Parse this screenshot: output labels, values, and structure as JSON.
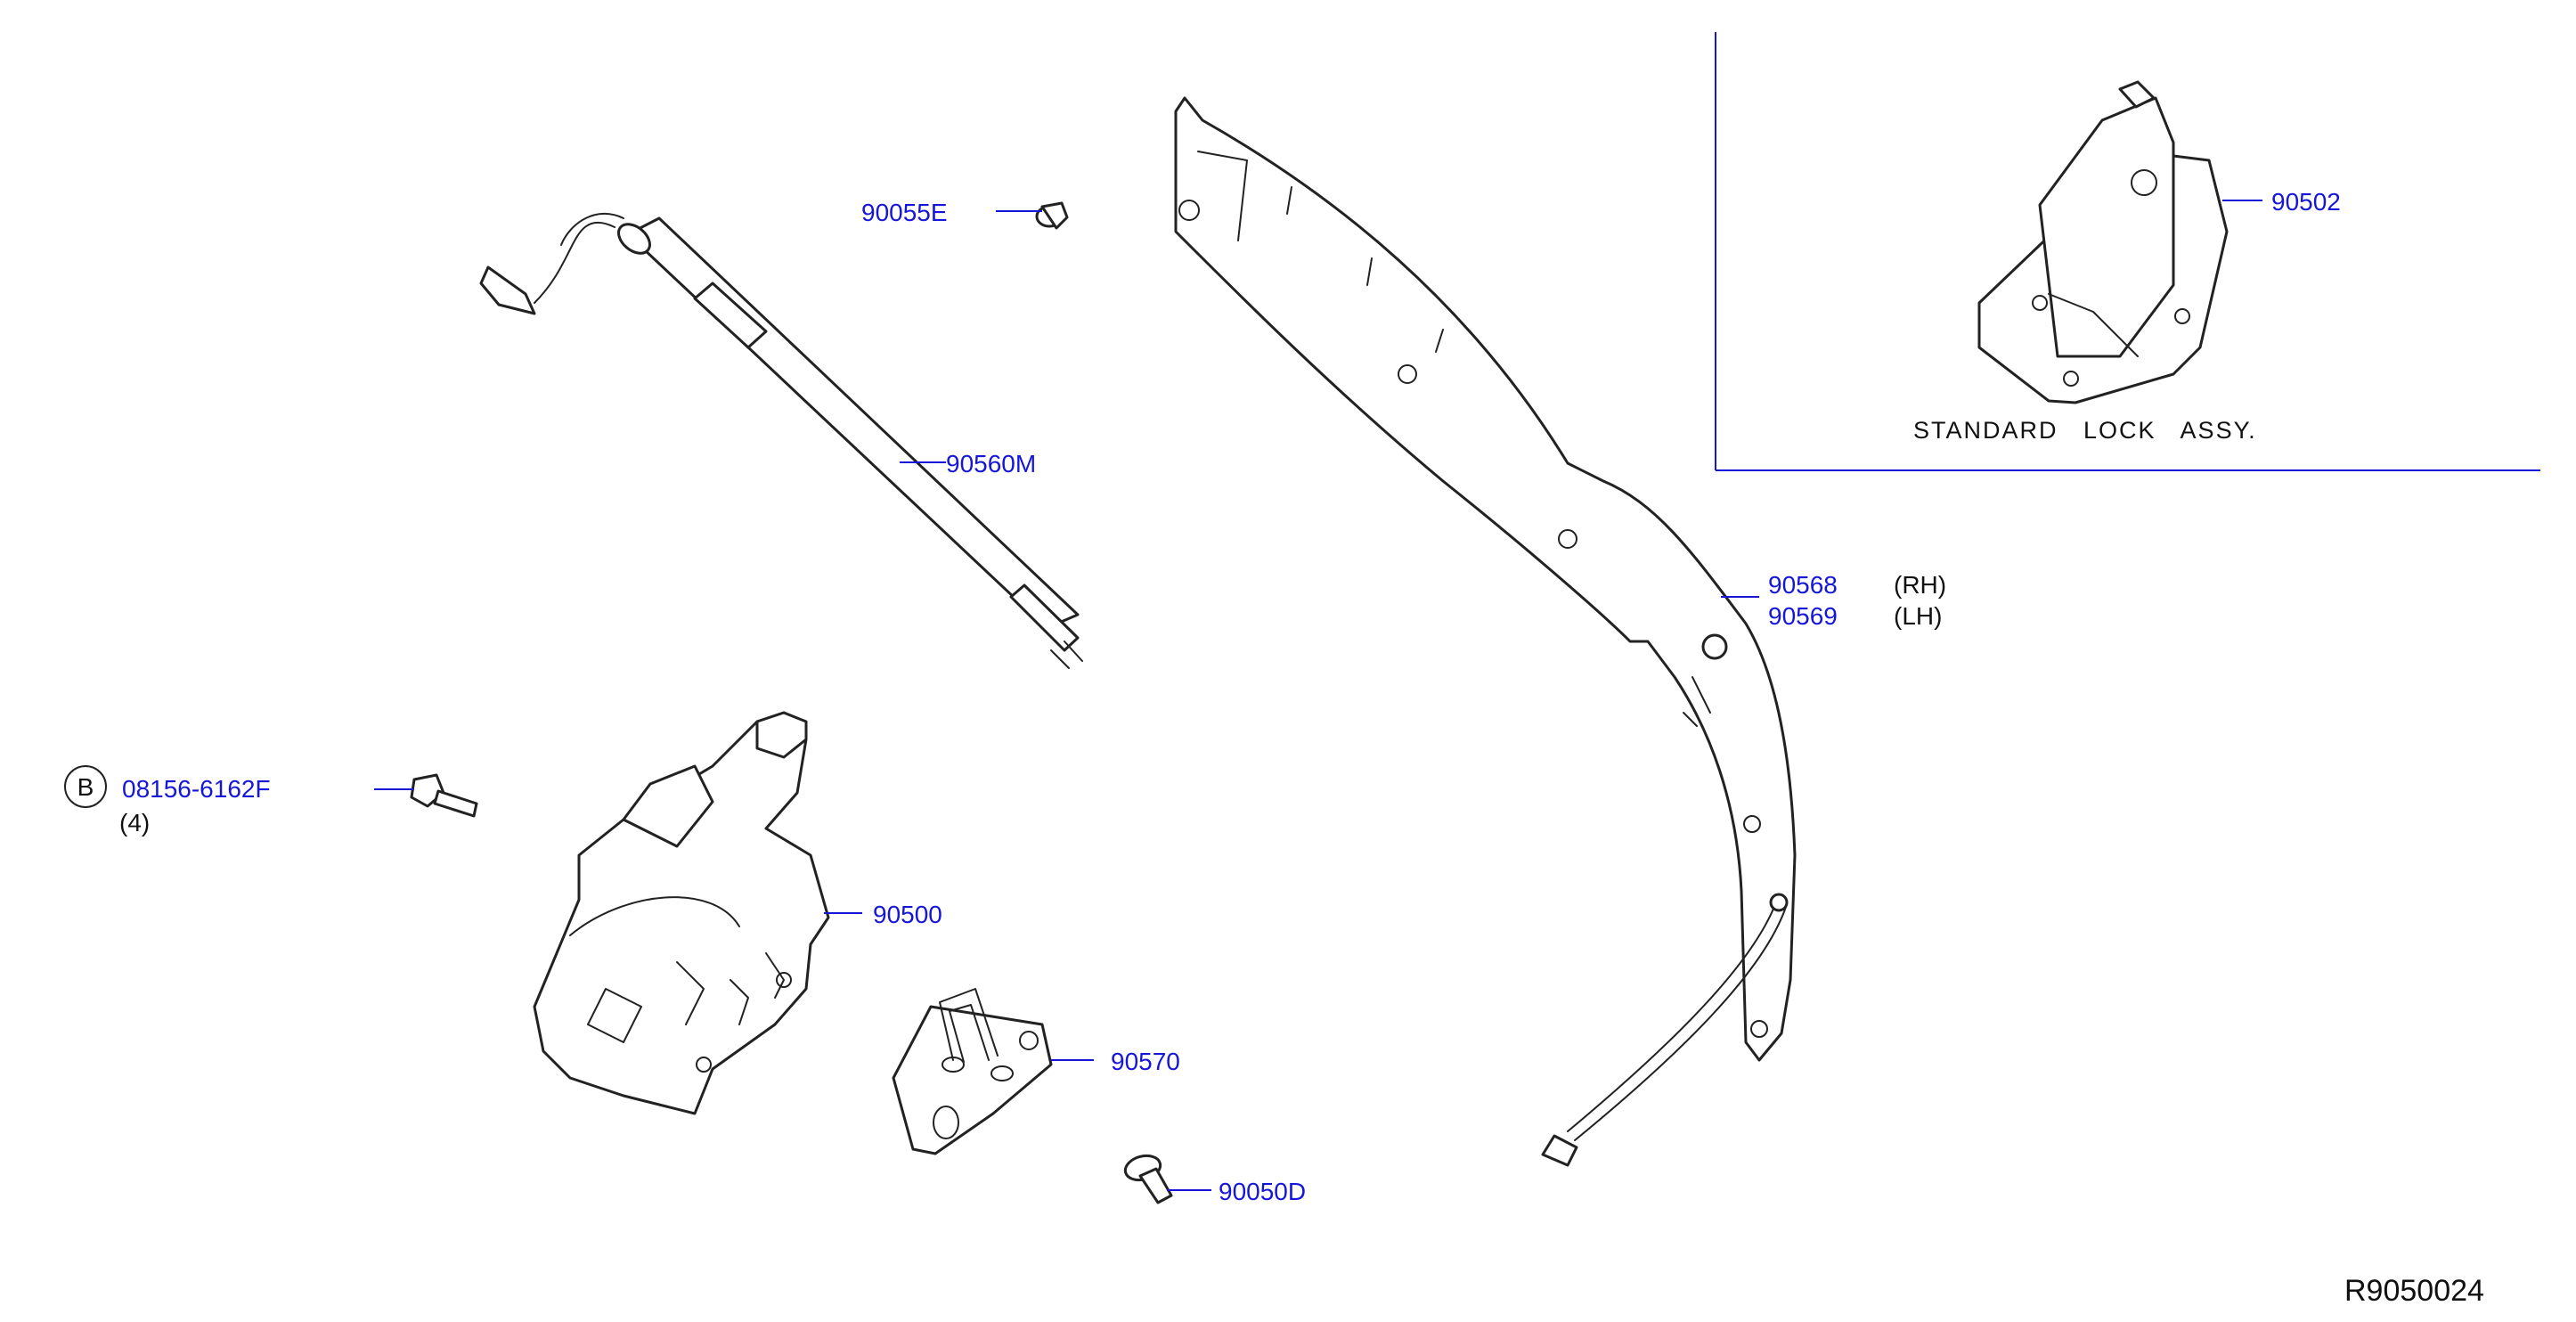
{
  "parts": {
    "p90055E": "90055E",
    "p90560M": "90560M",
    "p90568": "90568",
    "p90568_side": "(RH)",
    "p90569": "90569",
    "p90569_side": "(LH)",
    "p90502": "90502",
    "p08156": "08156-6162F",
    "p08156_qty": "(4)",
    "p08156_circle": "B",
    "p90500": "90500",
    "p90570": "90570",
    "p90050D": "90050D"
  },
  "inset": {
    "caption": "STANDARD   LOCK   ASSY."
  },
  "reference_code": "R9050024",
  "colors": {
    "label": "#1616d8",
    "drawing": "#222222",
    "text": "#111111"
  }
}
